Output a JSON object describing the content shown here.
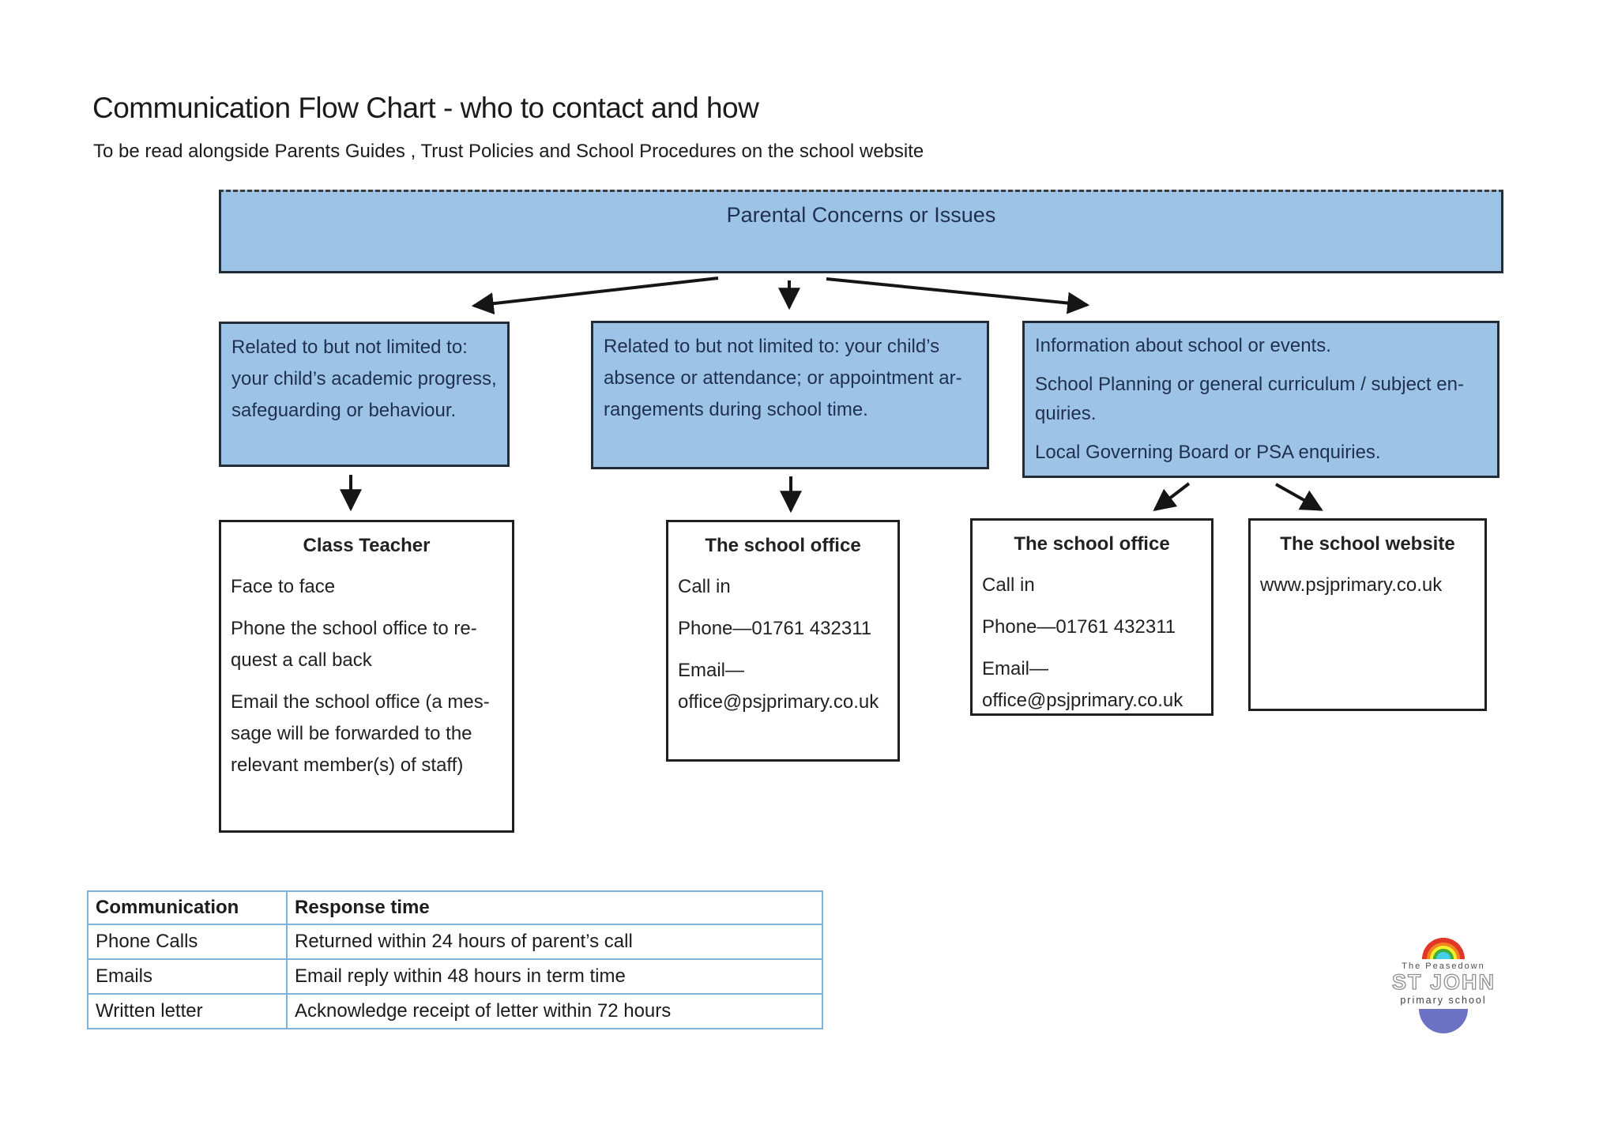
{
  "page": {
    "title": "Communication Flow Chart - who to contact and how",
    "subtitle": "To be read alongside Parents Guides , Trust Policies and School Procedures on the school website"
  },
  "flow": {
    "root": {
      "label": "Parental Concerns or Issues"
    },
    "branches": [
      {
        "lines": [
          "Related to but not limited to:",
          "your child’s academic progress,",
          "safeguarding  or behaviour."
        ]
      },
      {
        "lines": [
          "Related to but not limited to: your child’s",
          "absence or attendance; or appointment ar-",
          "rangements during school time."
        ]
      },
      {
        "lines": [
          "Information about school or events.",
          "School Planning or general curriculum / subject en-",
          "quiries.",
          "Local Governing Board or PSA enquiries."
        ]
      }
    ],
    "contacts": [
      {
        "title": "Class Teacher",
        "lines": [
          "Face to face",
          "Phone the school office to re-",
          "quest a call back",
          "Email the school office (a mes-",
          "sage will be forwarded to the",
          "relevant member(s) of staff)"
        ]
      },
      {
        "title": "The school office",
        "lines": [
          "Call in",
          "Phone—01761 432311",
          "Email—",
          "office@psjprimary.co.uk"
        ]
      },
      {
        "title": "The school office",
        "lines": [
          "Call in",
          "Phone—01761 432311",
          "Email—",
          "office@psjprimary.co.uk"
        ]
      },
      {
        "title": "The school website",
        "lines": [
          "www.psjprimary.co.uk"
        ]
      }
    ]
  },
  "table": {
    "headers": [
      "Communication",
      "Response time"
    ],
    "rows": [
      [
        "Phone Calls",
        "Returned within 24 hours of parent’s call"
      ],
      [
        "Emails",
        "Email reply within 48 hours in term time"
      ],
      [
        "Written letter",
        "Acknowledge receipt of letter within 72 hours"
      ]
    ]
  },
  "logo": {
    "line1": "The Peasedown",
    "line2": "ST JOHN",
    "line3": "primary school"
  },
  "colors": {
    "box_fill": "#9dc3e6",
    "box_border": "#232d38",
    "box_text": "#1f3050",
    "table_border": "#7fb2d9",
    "logo_purple": "#6b72c4",
    "arrow": "#151515"
  }
}
